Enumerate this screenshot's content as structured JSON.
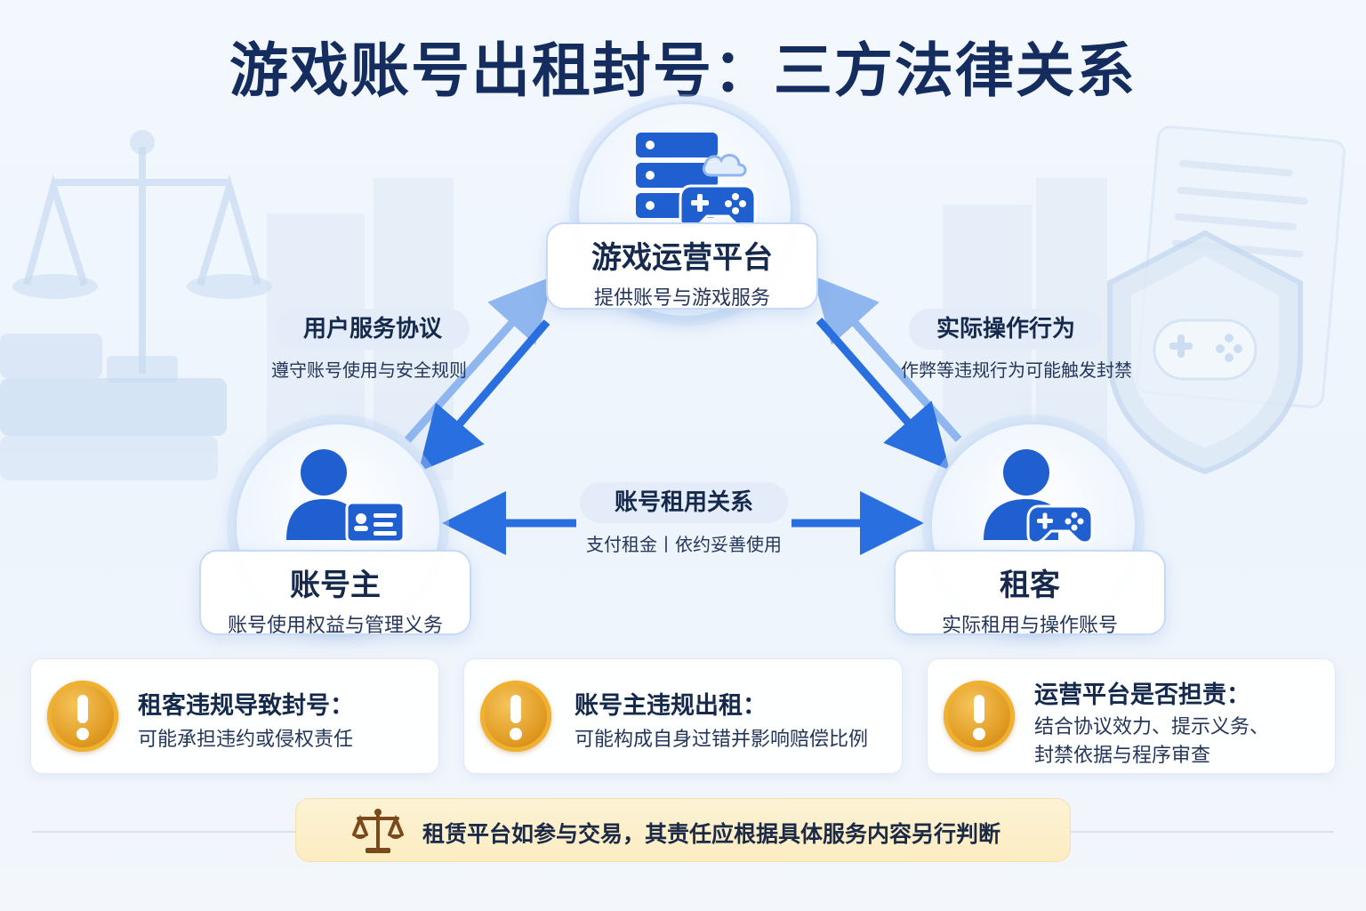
{
  "title": "游戏账号出租封号：三方法律关系",
  "nodes": {
    "platform": {
      "title": "游戏运营平台",
      "subtitle": "提供账号与游戏服务"
    },
    "owner": {
      "title": "账号主",
      "subtitle": "账号使用权益与管理义务"
    },
    "renter": {
      "title": "租客",
      "subtitle": "实际租用与操作账号"
    }
  },
  "edges": {
    "owner_platform": {
      "label": "用户服务协议",
      "desc": "遵守账号使用与安全规则"
    },
    "renter_platform": {
      "label": "实际操作行为",
      "desc": "作弊等违规行为可能触发封禁"
    },
    "owner_renter": {
      "label": "账号租用关系",
      "desc": "支付租金丨依约妥善使用"
    }
  },
  "risks": [
    {
      "title": "租客违规导致封号：",
      "desc_lines": [
        "可能承担违约或侵权责任"
      ]
    },
    {
      "title": "账号主违规出租：",
      "desc_lines": [
        "可能构成自身过错并影响赔偿比例"
      ]
    },
    {
      "title": "运营平台是否担责：",
      "desc_lines": [
        "结合协议效力、提示义务、",
        "封禁依据与程序审查"
      ]
    }
  ],
  "footer": {
    "text": "租赁平台如参与交易，其责任应根据具体服务内容另行判断"
  },
  "icons": {
    "platform": "server-gamepad-icon",
    "owner": "user-id-card-icon",
    "renter": "user-gamepad-icon",
    "warning": "exclamation-icon",
    "footer": "scales-icon"
  },
  "colors": {
    "title": "#142d5e",
    "accent_blue": "#1f5fcf",
    "arrow_blue": "#2a6fe0",
    "warning_gold": "#e09a22",
    "footer_bg": "#fbecc2"
  }
}
